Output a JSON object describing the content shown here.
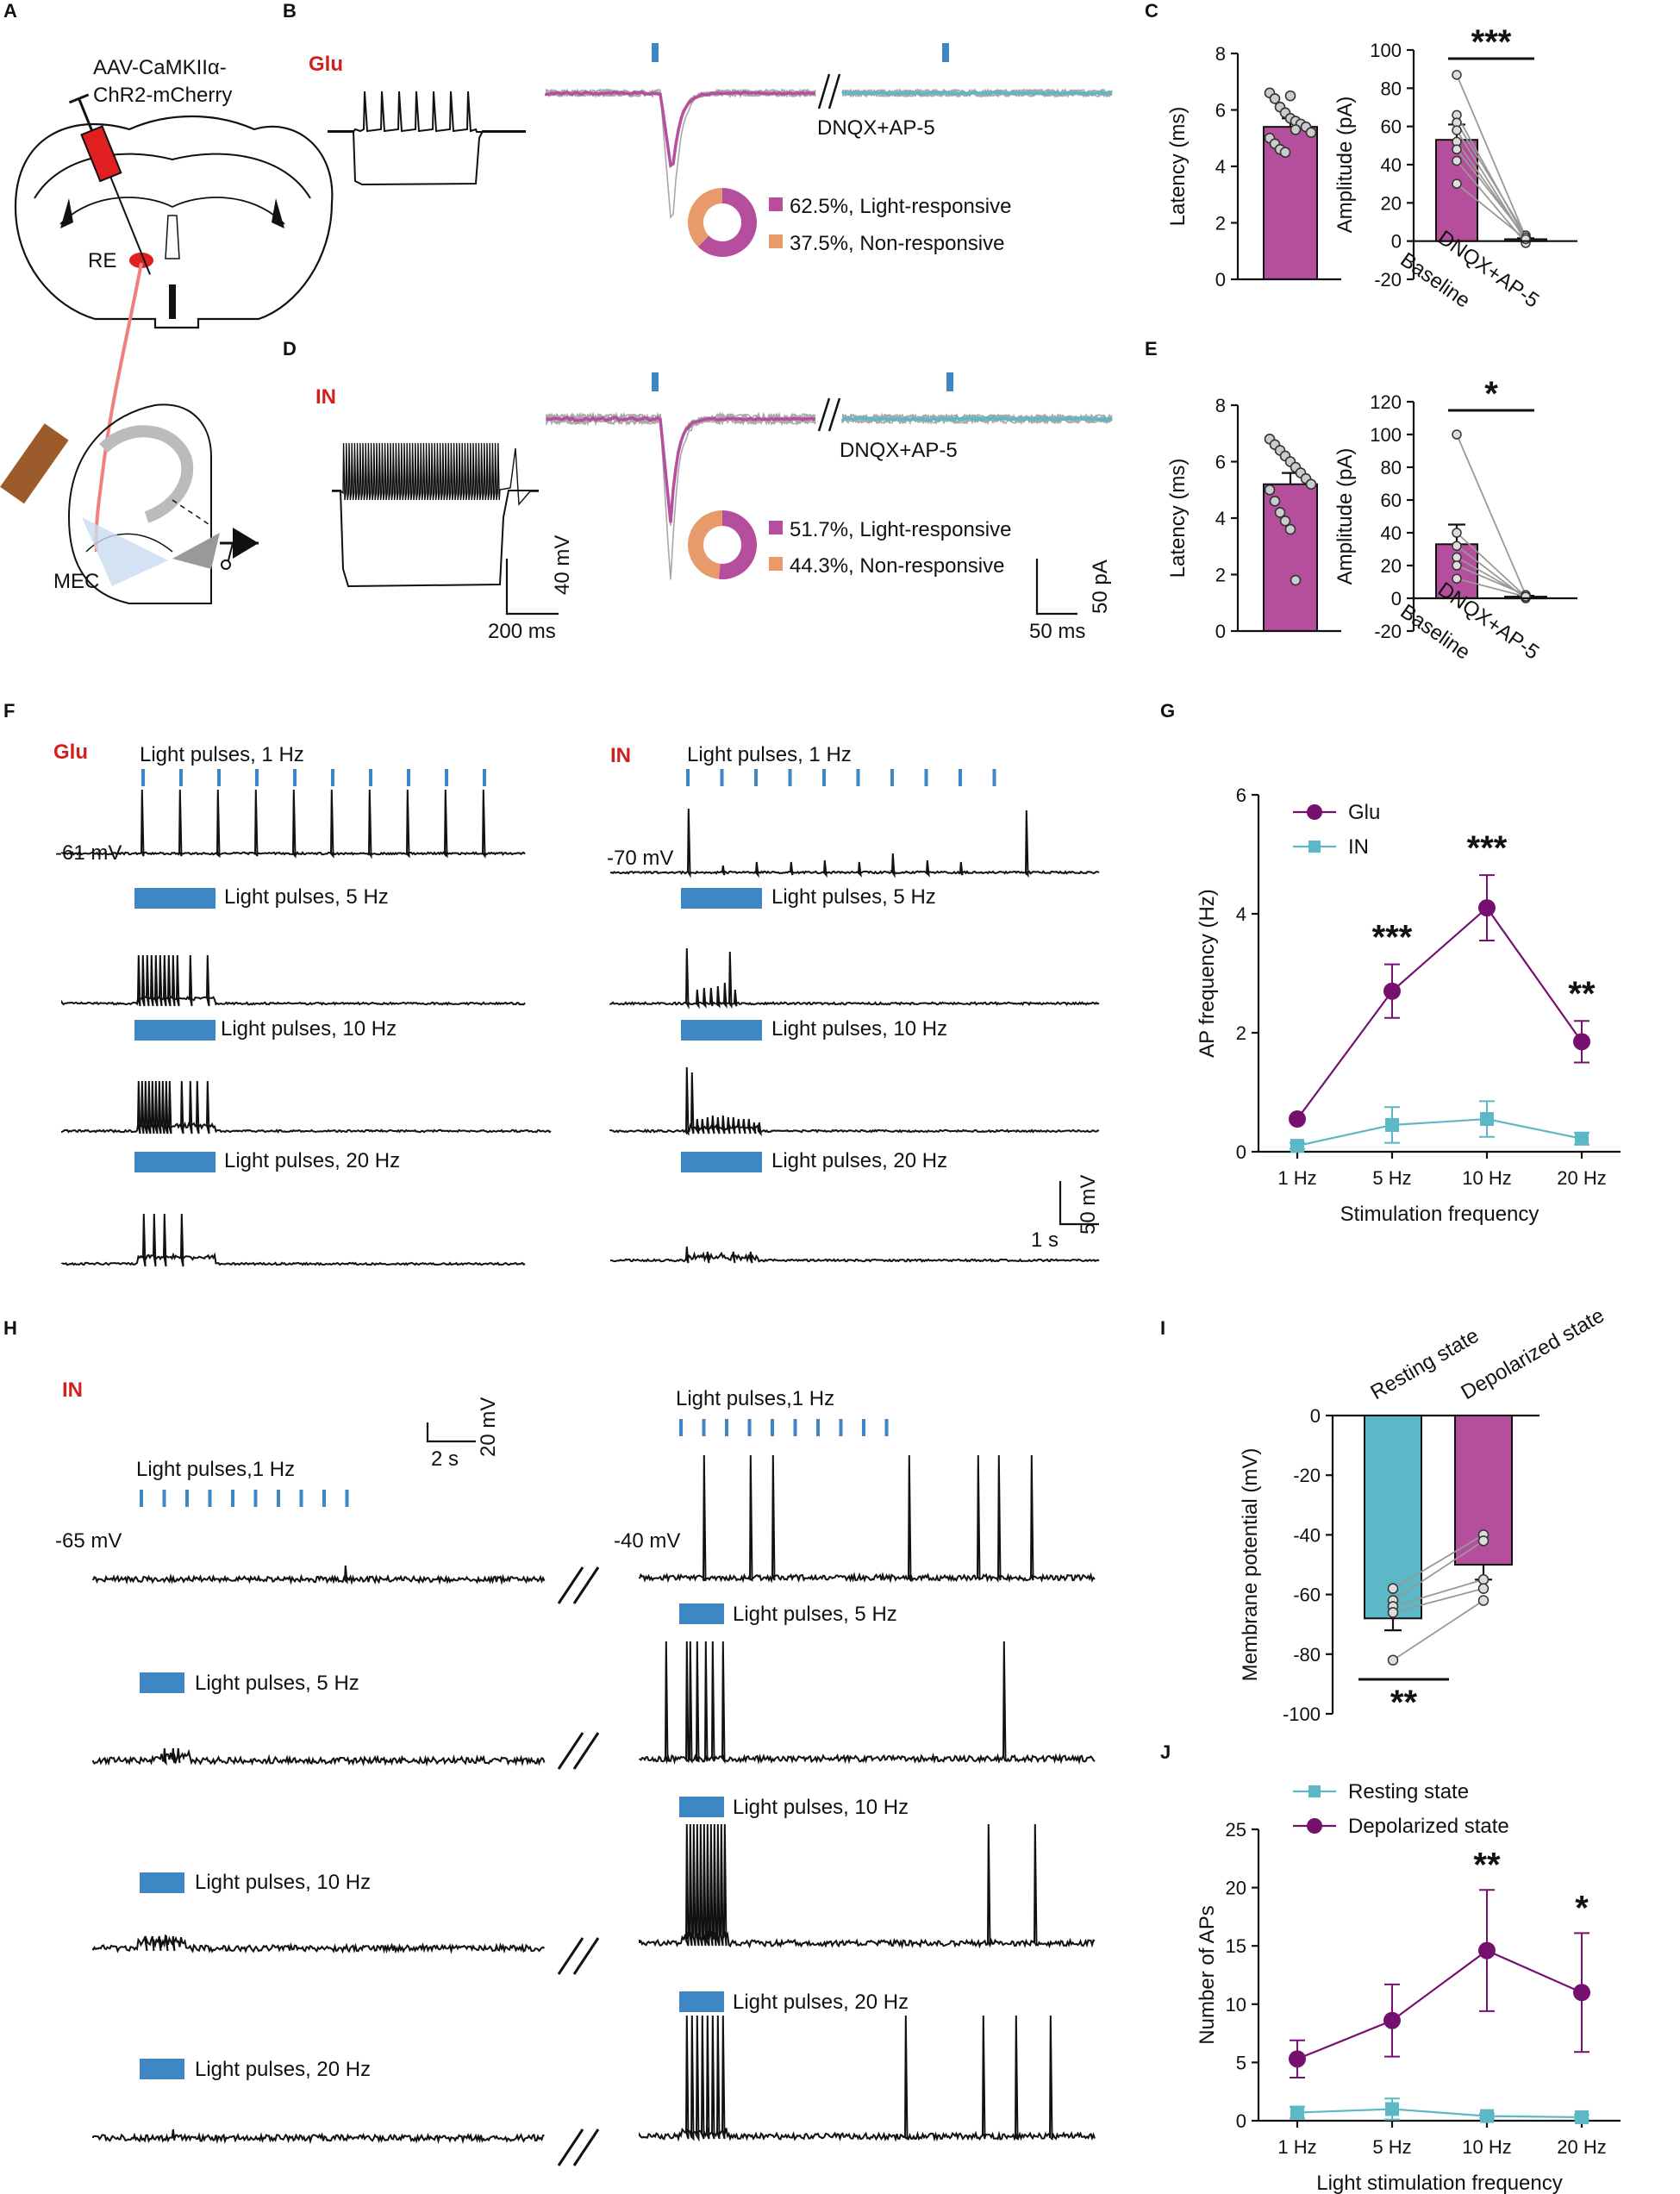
{
  "panels": {
    "A": {
      "letter": "A",
      "virus_line1": "AAV-CaMKIIα-",
      "virus_line2": "ChR2-mCherry",
      "region_re": "RE",
      "region_mec": "MEC"
    },
    "B": {
      "letter": "B",
      "cell": "Glu",
      "drug": "DNQX+AP-5",
      "legend": [
        "62.5%,  Light-responsive",
        "37.5%,  Non-responsive"
      ]
    },
    "C": {
      "letter": "C"
    },
    "D": {
      "letter": "D",
      "cell": "IN",
      "drug": "DNQX+AP-5",
      "legend": [
        "51.7%, Light-responsive",
        "44.3%, Non-responsive"
      ],
      "scale_v": "40 mV",
      "scale_t": "200 ms",
      "scale_i": "50 pA",
      "scale_t2": "50 ms"
    },
    "E": {
      "letter": "E"
    },
    "F": {
      "letter": "F",
      "glu": "Glu",
      "in": "IN",
      "rest_glu": "-61 mV",
      "rest_in": "-70 mV",
      "pulses": [
        "Light pulses, 1 Hz",
        "Light pulses, 5 Hz",
        "Light pulses, 10 Hz",
        "Light pulses, 20 Hz"
      ],
      "scale_v": "50 mV",
      "scale_t": "1 s"
    },
    "G": {
      "letter": "G"
    },
    "H": {
      "letter": "H",
      "cell": "IN",
      "rest_left": "-65 mV",
      "rest_right": "-40 mV",
      "pulse_1hz": "Light pulses,1 Hz",
      "pulses": [
        "Light pulses, 5 Hz",
        "Light pulses, 10 Hz",
        "Light pulses, 20 Hz"
      ],
      "scale_v": "20 mV",
      "scale_t": "2 s"
    },
    "I": {
      "letter": "I"
    },
    "J": {
      "letter": "J"
    }
  },
  "colors": {
    "glu_purple": "#b64e9e",
    "glu_dark": "#76106e",
    "in_cyan": "#5cb7c7",
    "light_blue": "#3f87c4",
    "orange": "#e99a6b",
    "fiber": "#9b5b2a",
    "label_red": "#d02020"
  },
  "chart_data": [
    {
      "id": "C-left",
      "type": "bar",
      "ylabel": "Latency (ms)",
      "ylim": [
        0,
        8
      ],
      "yticks": [
        0,
        2,
        4,
        6,
        8
      ],
      "categories": [
        ""
      ],
      "values": [
        5.4
      ],
      "error": [
        0.3
      ],
      "points": [
        6.6,
        6.4,
        6.1,
        5.9,
        5.7,
        5.6,
        5.5,
        5.4,
        5.2,
        5.0,
        4.8,
        4.6,
        4.5,
        6.5,
        5.3
      ]
    },
    {
      "id": "C-right",
      "type": "bar",
      "ylabel": "Amplitude (pA)",
      "ylim": [
        -20,
        100
      ],
      "yticks": [
        -20,
        0,
        20,
        40,
        60,
        80,
        100
      ],
      "categories": [
        "Baseline",
        "DNQX+AP-5"
      ],
      "values": [
        53,
        1
      ],
      "error": [
        8,
        0.5
      ],
      "significance": "***",
      "paired": [
        [
          87,
          2
        ],
        [
          66,
          1
        ],
        [
          62,
          3
        ],
        [
          58,
          0
        ],
        [
          52,
          1
        ],
        [
          48,
          2
        ],
        [
          42,
          -1
        ],
        [
          30,
          1
        ]
      ]
    },
    {
      "id": "E-left",
      "type": "bar",
      "ylabel": "Latency (ms)",
      "ylim": [
        0,
        8
      ],
      "yticks": [
        0,
        2,
        4,
        6,
        8
      ],
      "categories": [
        ""
      ],
      "values": [
        5.2
      ],
      "error": [
        0.4
      ],
      "points": [
        6.8,
        6.6,
        6.4,
        6.2,
        6.0,
        5.8,
        5.6,
        5.4,
        5.2,
        5.0,
        4.6,
        4.2,
        3.9,
        3.6,
        1.8
      ]
    },
    {
      "id": "E-right",
      "type": "bar",
      "ylabel": "Amplitude (pA)",
      "ylim": [
        -20,
        120
      ],
      "yticks": [
        -20,
        0,
        20,
        40,
        60,
        80,
        100,
        120
      ],
      "categories": [
        "Baseline",
        "DNQX+AP-5"
      ],
      "values": [
        33,
        1
      ],
      "error": [
        12,
        0.5
      ],
      "significance": "*",
      "paired": [
        [
          100,
          2
        ],
        [
          40,
          1
        ],
        [
          32,
          0
        ],
        [
          25,
          1
        ],
        [
          20,
          2
        ],
        [
          12,
          1
        ]
      ]
    },
    {
      "id": "G",
      "type": "line",
      "xlabel": "Stimulation frequency",
      "ylabel": "AP frequency (Hz)",
      "categories": [
        "1 Hz",
        "5 Hz",
        "10 Hz",
        "20 Hz"
      ],
      "ylim": [
        0,
        6
      ],
      "yticks": [
        0,
        2,
        4,
        6
      ],
      "series": [
        {
          "name": "Glu",
          "values": [
            0.55,
            2.7,
            4.1,
            1.85
          ],
          "error": [
            0.05,
            0.45,
            0.55,
            0.35
          ],
          "marker": "circle"
        },
        {
          "name": "IN",
          "values": [
            0.1,
            0.45,
            0.55,
            0.22
          ],
          "error": [
            0.05,
            0.3,
            0.3,
            0.1
          ],
          "marker": "square"
        }
      ],
      "significance": [
        "",
        "***",
        "***",
        "**"
      ]
    },
    {
      "id": "I",
      "type": "bar",
      "ylabel": "Membrane potential (mV)",
      "ylim": [
        -100,
        0
      ],
      "yticks": [
        0,
        -20,
        -40,
        -60,
        -80,
        -100
      ],
      "categories": [
        "Resting state",
        "Depolarized state"
      ],
      "values": [
        -68,
        -50
      ],
      "error": [
        4,
        5
      ],
      "significance": "**",
      "paired": [
        [
          -58,
          -40
        ],
        [
          -62,
          -42
        ],
        [
          -64,
          -55
        ],
        [
          -66,
          -58
        ],
        [
          -82,
          -62
        ]
      ]
    },
    {
      "id": "J",
      "type": "line",
      "xlabel": "Light stimulation frequency",
      "ylabel": "Number of APs",
      "categories": [
        "1 Hz",
        "5 Hz",
        "10 Hz",
        "20 Hz"
      ],
      "ylim": [
        0,
        25
      ],
      "yticks": [
        0,
        5,
        10,
        15,
        20,
        25
      ],
      "series": [
        {
          "name": "Resting state",
          "values": [
            0.7,
            1.0,
            0.4,
            0.3
          ],
          "error": [
            0.5,
            0.9,
            0.2,
            0.2
          ],
          "marker": "square"
        },
        {
          "name": "Depolarized state",
          "values": [
            5.3,
            8.6,
            14.6,
            11.0
          ],
          "error": [
            1.6,
            3.1,
            5.2,
            5.1
          ],
          "marker": "circle"
        }
      ],
      "significance": [
        "",
        "",
        "**",
        "*"
      ]
    }
  ]
}
